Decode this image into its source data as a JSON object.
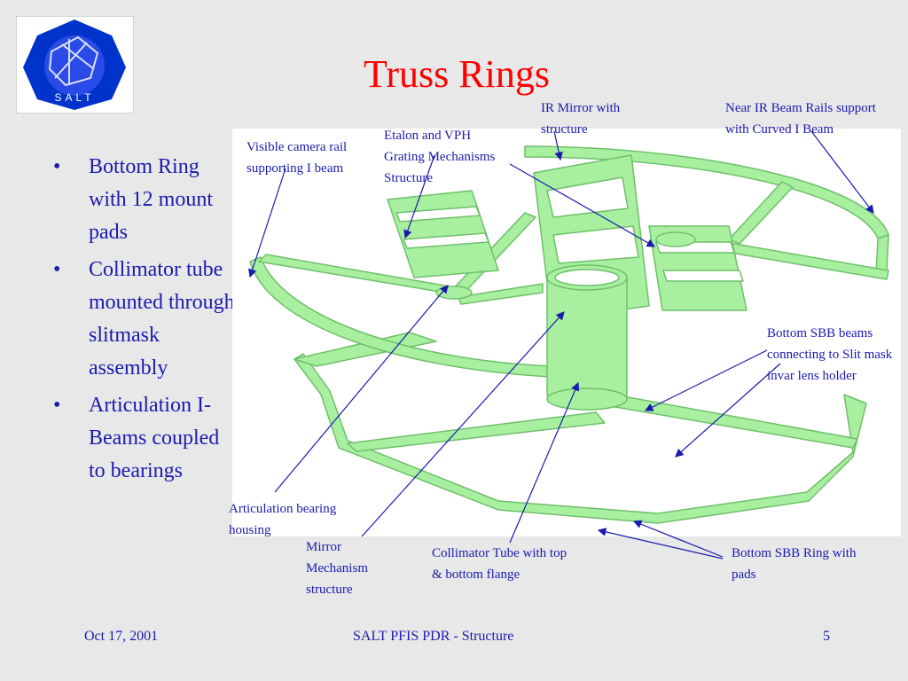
{
  "slide": {
    "title": "Truss Rings",
    "bullets": [
      "Bottom Ring with 12 mount pads",
      "Collimator tube mounted through slitmask assembly",
      "Articulation I-Beams coupled to bearings"
    ]
  },
  "logo": {
    "text": "SALT",
    "colors": {
      "outer": "#ffffff",
      "ring": "#0033cc",
      "inner": "#2244ee"
    }
  },
  "callouts": {
    "ir_mirror": "IR Mirror with structure",
    "near_ir": "Near IR Beam Rails support with Curved I Beam",
    "visible_camera": "Visible camera rail supporting I beam",
    "etalon": "Etalon and VPH Grating Mechanisms Structure",
    "bottom_sbb_beams": "Bottom SBB beams connecting to Slit mask invar lens holder",
    "articulation": "Articulation bearing housing",
    "mirror_mechanism": "Mirror Mechanism structure",
    "collimator": "Collimator Tube with top & bottom flange",
    "bottom_sbb_ring": "Bottom SBB Ring with pads"
  },
  "footer": {
    "date": "Oct 17, 2001",
    "center": "SALT PFIS PDR - Structure",
    "page": "5"
  },
  "colors": {
    "title": "#ff0000",
    "text": "#1a1ab0",
    "background": "#e8e8e8",
    "truss": "#a8f0a0",
    "truss_edge": "#6fbf6a"
  }
}
